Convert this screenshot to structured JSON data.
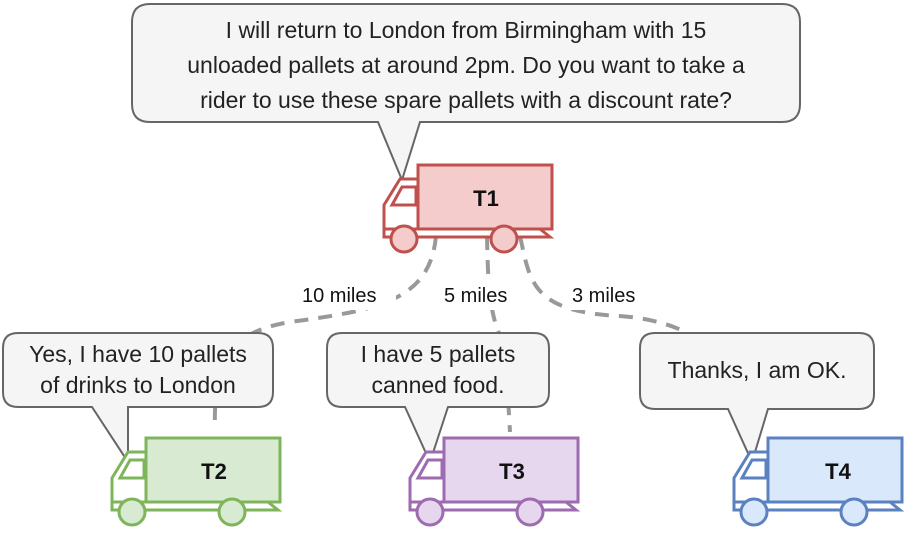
{
  "main_bubble": {
    "lines": [
      "I will return to London from Birmingham with 15",
      "unloaded pallets at around 2pm. Do you want to take a",
      "rider to use these spare pallets with a discount rate?"
    ]
  },
  "trucks": [
    {
      "id": "t1",
      "label": "T1",
      "stroke": "#c0504d",
      "fill": "#f5cccc"
    },
    {
      "id": "t2",
      "label": "T2",
      "stroke": "#7fb55a",
      "fill": "#d9ead3"
    },
    {
      "id": "t3",
      "label": "T3",
      "stroke": "#9e6bb0",
      "fill": "#e6d7ef"
    },
    {
      "id": "t4",
      "label": "T4",
      "stroke": "#5b82c0",
      "fill": "#dae8fc"
    }
  ],
  "bubbles": [
    {
      "id": "t2",
      "lines": [
        "Yes, I have 10 pallets",
        "of drinks to London"
      ]
    },
    {
      "id": "t3",
      "lines": [
        "I have 5 pallets",
        "canned food."
      ]
    },
    {
      "id": "t4",
      "lines": [
        "Thanks, I am OK."
      ]
    }
  ],
  "distances": [
    {
      "id": "t2",
      "label": "10 miles"
    },
    {
      "id": "t3",
      "label": "5 miles"
    },
    {
      "id": "t4",
      "label": "3 miles"
    }
  ],
  "colors": {
    "bubble_fill": "#f5f5f5",
    "bubble_stroke": "#666666",
    "connector": "#999999"
  }
}
